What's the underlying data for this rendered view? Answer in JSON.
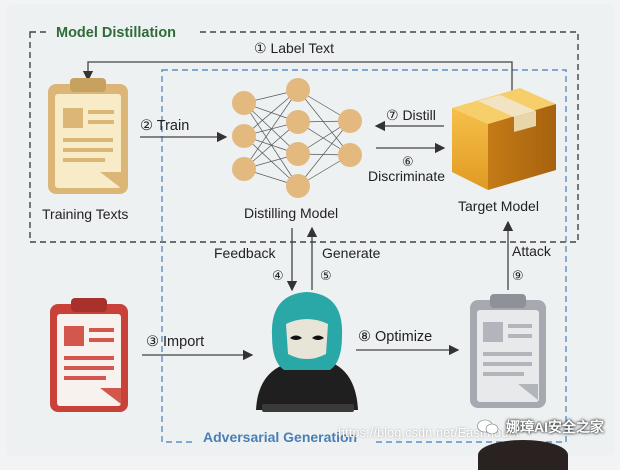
{
  "groups": {
    "model_distillation": "Model Distillation",
    "adversarial_generation": "Adversarial Generation"
  },
  "nodes": {
    "training_texts": "Training Texts",
    "distilling_model": "Distilling Model",
    "target_model": "Target Model"
  },
  "edges": {
    "label_text": "① Label Text",
    "train": "② Train",
    "import": "③ Import",
    "feedback": "Feedback",
    "feedback_num": "④",
    "generate": "Generate",
    "generate_num": "⑤",
    "discriminate": "Discriminate",
    "discriminate_num": "⑥",
    "distill": "⑦ Distill",
    "optimize": "⑧ Optimize",
    "attack": "Attack",
    "attack_num": "⑨"
  },
  "watermark": {
    "url": "https://blog.csdn.net/Eastmount",
    "brand": "娜璋AI安全之家"
  },
  "colors": {
    "group_label": "#2f6b3a",
    "adv_label": "#4a7fb5",
    "neuron": "#e3b97f",
    "box": "#f0b43a",
    "clipboard_tan": "#e8c98a",
    "clipboard_red": "#d04a3a",
    "clipboard_gray": "#a6aab0",
    "hacker_hood": "#2aa8a8"
  }
}
